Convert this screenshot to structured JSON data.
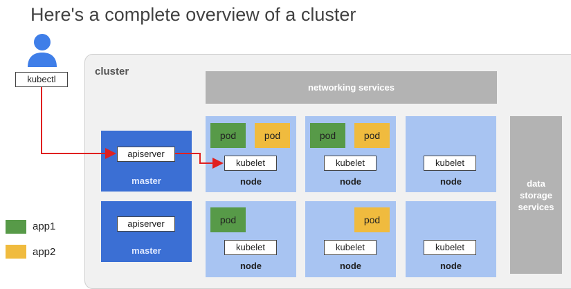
{
  "title": "Here's a complete overview of a cluster",
  "kubectl_label": "kubectl",
  "cluster_label": "cluster",
  "networking_label": "networking services",
  "storage_label": "data storage services",
  "masters": [
    {
      "apiserver": "apiserver",
      "label": "master"
    },
    {
      "apiserver": "apiserver",
      "label": "master"
    }
  ],
  "nodes": [
    {
      "pod_a": "pod",
      "pod_b": "pod",
      "kubelet": "kubelet",
      "label": "node"
    },
    {
      "pod_a": "pod",
      "pod_b": "pod",
      "kubelet": "kubelet",
      "label": "node"
    },
    {
      "kubelet": "kubelet",
      "label": "node"
    },
    {
      "pod_a": "pod",
      "kubelet": "kubelet",
      "label": "node"
    },
    {
      "pod_b": "pod",
      "kubelet": "kubelet",
      "label": "node"
    },
    {
      "kubelet": "kubelet",
      "label": "node"
    }
  ],
  "legend": [
    {
      "label": "app1",
      "color": "#579a48"
    },
    {
      "label": "app2",
      "color": "#f0bb3e"
    }
  ],
  "colors": {
    "master": "#3b6fd4",
    "node": "#a8c4f2",
    "arrow": "#e02020",
    "user_icon": "#3f7ee8"
  }
}
